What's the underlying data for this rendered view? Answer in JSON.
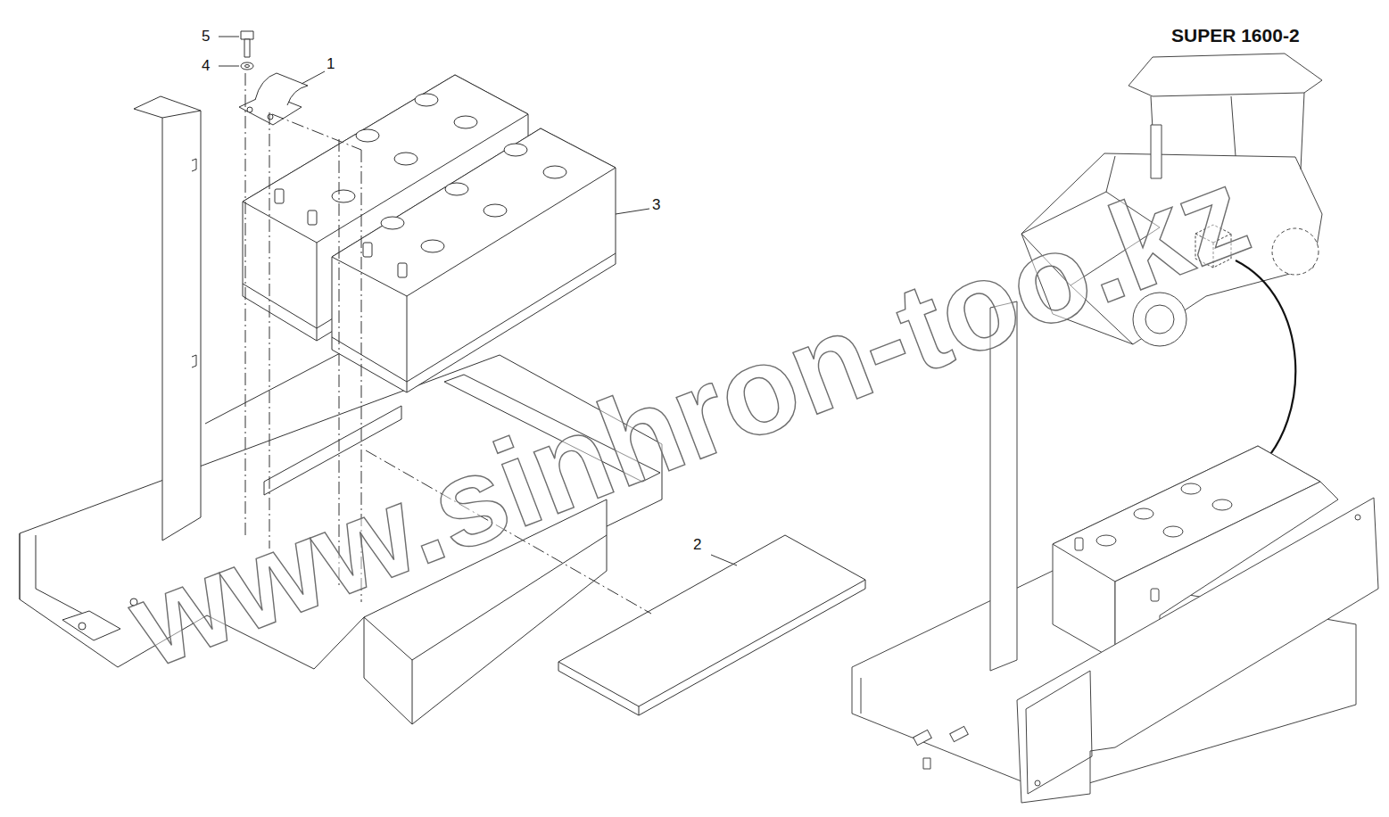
{
  "diagram": {
    "title": "SUPER 1600-2",
    "labels": [
      "5",
      "4",
      "1",
      "3",
      "2",
      "www.sinhron-too.kz"
    ]
  }
}
